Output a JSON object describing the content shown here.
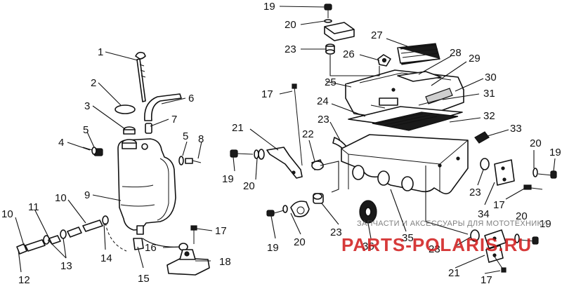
{
  "callouts": {
    "c1": "1",
    "c2": "2",
    "c3": "3",
    "c4": "4",
    "c5a": "5",
    "c5b": "5",
    "c6": "6",
    "c7": "7",
    "c8": "8",
    "c9": "9",
    "c10a": "10",
    "c10b": "10",
    "c11": "11",
    "c12": "12",
    "c13": "13",
    "c14": "14",
    "c15": "15",
    "c16": "16",
    "c17a": "17",
    "c17b": "17",
    "c17c": "17",
    "c17d": "17",
    "c18": "18",
    "c19a": "19",
    "c19b": "19",
    "c19c": "19",
    "c19d": "19",
    "c19e": "19",
    "c20a": "20",
    "c20b": "20",
    "c20c": "20",
    "c20d": "20",
    "c20e": "20",
    "c21a": "21",
    "c21b": "21",
    "c22": "22",
    "c23a": "23",
    "c23b": "23",
    "c23c": "23",
    "c23d": "23",
    "c23e": "23",
    "c24": "24",
    "c25": "25",
    "c26": "26",
    "c27": "27",
    "c28": "28",
    "c29": "29",
    "c30": "30",
    "c31": "31",
    "c32": "32",
    "c33": "33",
    "c34": "34",
    "c35": "35",
    "c36": "36"
  },
  "watermark": {
    "caption": "ЗАПЧАСТИ И АКСЕССУАРЫ ДЛЯ МОТОТЕХНИКИ",
    "brand": "PARTS-POLARIS.RU"
  },
  "colors": {
    "ink": "#111111",
    "watermark": "#d01818",
    "background": "#ffffff"
  }
}
